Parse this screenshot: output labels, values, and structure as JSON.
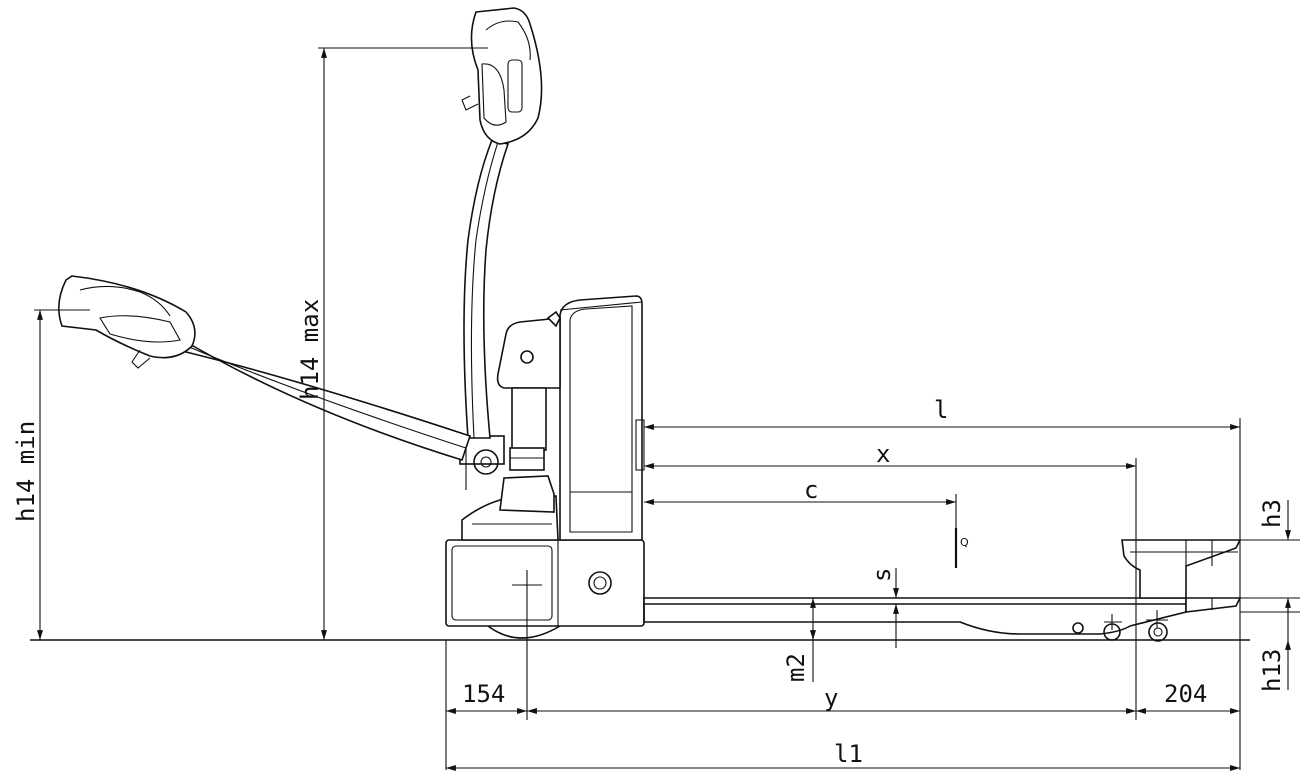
{
  "dimensions": {
    "l": "l",
    "x": "x",
    "c": "c",
    "q": "Q",
    "s": "s",
    "h3": "h3",
    "h13": "h13",
    "m2": "m2",
    "y": "y",
    "l1": "l1",
    "front_overhang": "154",
    "rear_overhang": "204",
    "h14_max": "h14  max",
    "h14_min": "h14  min"
  }
}
